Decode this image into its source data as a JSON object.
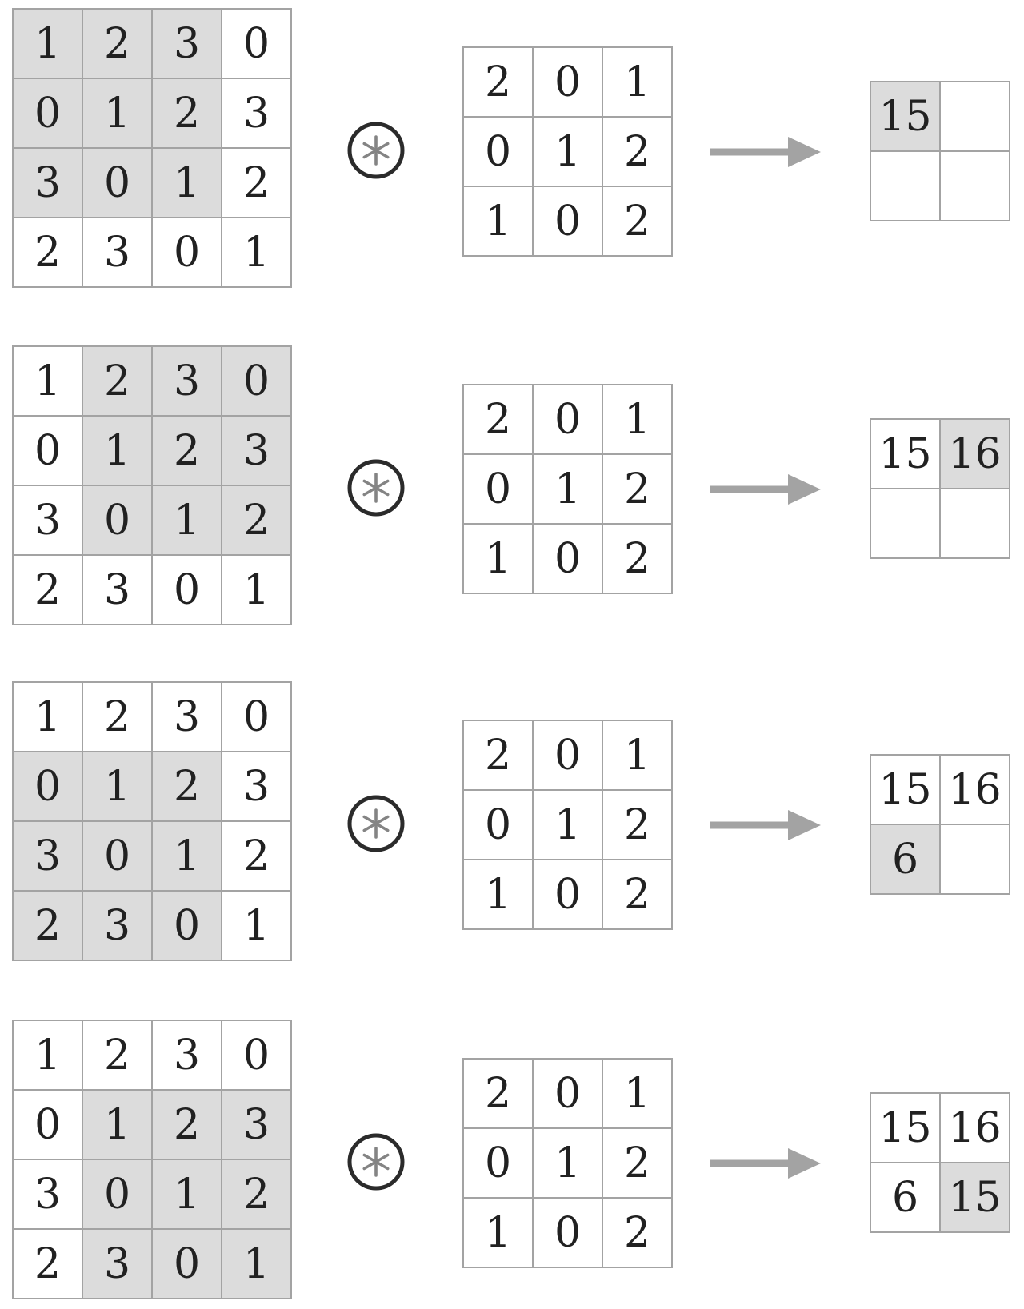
{
  "figure": {
    "description": "2D convolution: a 3x3 kernel slides over a 4x4 input matrix producing a 2x2 output, shown in four steps",
    "operator_symbol": "*"
  },
  "colors": {
    "highlight_fill": "#dcdcdc",
    "grid_line": "#a3a3a3",
    "cell_fill": "#ffffff",
    "digit": "#212121",
    "arrow": "#a3a3a3",
    "operator_ring": "#2b2b2b",
    "operator_asterisk": "#848484"
  },
  "input_matrix": [
    [
      1,
      2,
      3,
      0
    ],
    [
      0,
      1,
      2,
      3
    ],
    [
      3,
      0,
      1,
      2
    ],
    [
      2,
      3,
      0,
      1
    ]
  ],
  "kernel": [
    [
      2,
      0,
      1
    ],
    [
      0,
      1,
      2
    ],
    [
      1,
      0,
      2
    ]
  ],
  "steps": [
    {
      "input_highlight": {
        "row_start": 0,
        "col_start": 0,
        "row_end": 2,
        "col_end": 2
      },
      "output": [
        [
          "15",
          ""
        ],
        [
          "",
          ""
        ]
      ],
      "output_highlight": {
        "row": 0,
        "col": 0
      }
    },
    {
      "input_highlight": {
        "row_start": 0,
        "col_start": 1,
        "row_end": 2,
        "col_end": 3
      },
      "output": [
        [
          "15",
          "16"
        ],
        [
          "",
          ""
        ]
      ],
      "output_highlight": {
        "row": 0,
        "col": 1
      }
    },
    {
      "input_highlight": {
        "row_start": 1,
        "col_start": 0,
        "row_end": 3,
        "col_end": 2
      },
      "output": [
        [
          "15",
          "16"
        ],
        [
          "6",
          ""
        ]
      ],
      "output_highlight": {
        "row": 1,
        "col": 0
      }
    },
    {
      "input_highlight": {
        "row_start": 1,
        "col_start": 1,
        "row_end": 3,
        "col_end": 3
      },
      "output": [
        [
          "15",
          "16"
        ],
        [
          "6",
          "15"
        ]
      ],
      "output_highlight": {
        "row": 1,
        "col": 1
      }
    }
  ]
}
